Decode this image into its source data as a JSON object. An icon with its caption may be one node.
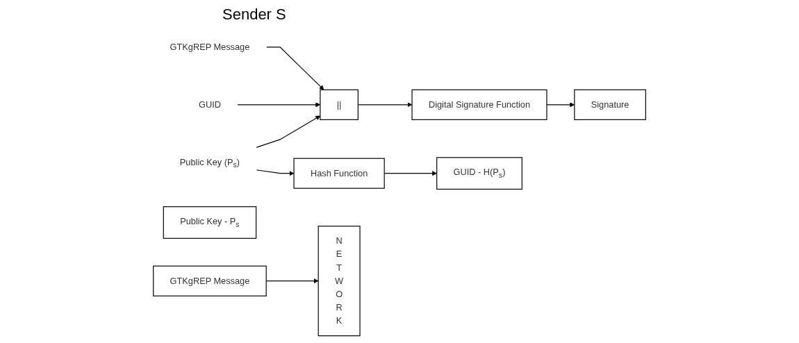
{
  "diagram": {
    "title": "Sender S",
    "nodes": [
      {
        "text": [
          "Public Key (P$_{s}$)"
        ]
      },
      {
        "text": [
          "Hash Function"
        ]
      },
      {
        "text": [
          "GUID"
        ]
      },
      {
        "text": [
          "GTKgREP Message"
        ]
      },
      {
        "text": [
          "||"
        ]
      },
      {
        "text": [
          "Digital Signature Function"
        ]
      },
      {
        "text": [
          "Public Key - P$_{s}$"
        ]
      },
      {
        "text": [
          "GUID - H(P$_{s}$)"
        ]
      },
      {
        "text": [
          "GTKgREP Message"
        ]
      },
      {
        "text": [
          "Signature"
        ]
      },
      {
        "text": [
          "NETWORK"
        ]
      }
    ],
    "edges": [
      {
        "from": 0,
        "to": 1,
        "arrow": "to"
      },
      {
        "from": 0,
        "to": 4,
        "arrow": "to"
      },
      {
        "from": 2,
        "to": 4,
        "arrow": "to"
      },
      {
        "from": 3,
        "to": 4,
        "arrow": "to"
      },
      {
        "from": 4,
        "to": 5,
        "arrow": "to"
      },
      {
        "from": 1,
        "to": 7,
        "arrow": "to"
      },
      {
        "from": 5,
        "to": 9,
        "arrow": "to"
      },
      {
        "from": 8,
        "to": 10,
        "arrow": "to"
      }
    ]
  }
}
